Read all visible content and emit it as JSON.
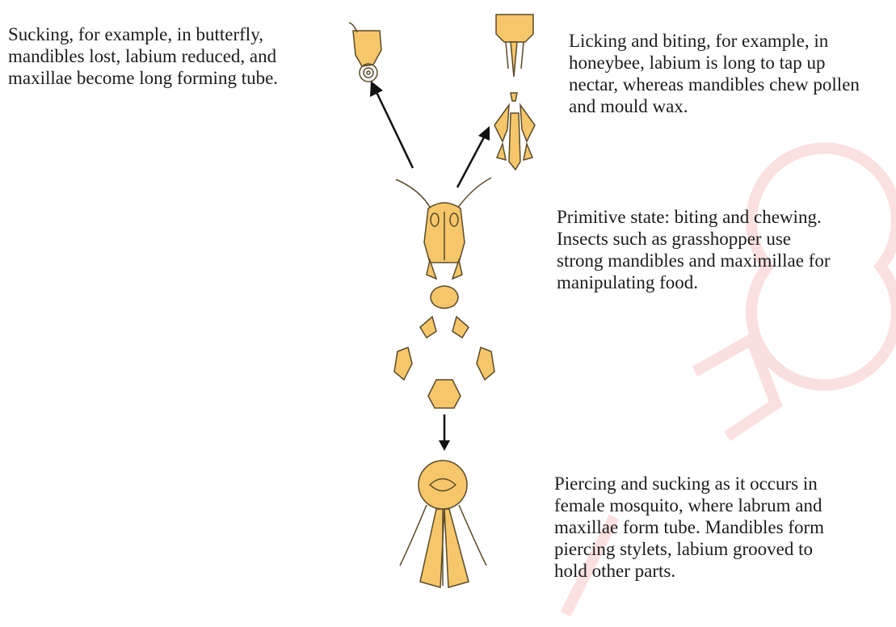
{
  "captions": {
    "butterfly": {
      "lines": [
        "Sucking, for example, in butterfly,",
        "mandibles lost, labium reduced, and",
        "maxillae become long forming tube."
      ]
    },
    "honeybee": {
      "lines": [
        "Licking and biting, for example, in",
        "honeybee, labium is long to tap up",
        "nectar, whereas mandibles chew pollen",
        "and mould wax."
      ]
    },
    "primitive": {
      "lines": [
        "Primitive state: biting and chewing.",
        "Insects such as grasshopper use",
        "strong mandibles and maximillae for",
        "manipulating food."
      ]
    },
    "mosquito": {
      "lines": [
        "Piercing and sucking as it occurs in",
        "female mosquito, where labrum and",
        "maxillae form tube. Mandibles form",
        "piercing stylets, labium grooved to",
        "hold other parts."
      ]
    }
  },
  "colors": {
    "part_fill": "#f5c76a",
    "part_stroke": "#5a4a2a",
    "arrow": "#111111",
    "text": "#1c1c1c",
    "watermark": "#f3a6a6"
  },
  "icons": [
    "butterfly-mouthparts-icon",
    "honeybee-mouthparts-icon",
    "grasshopper-head-icon",
    "mosquito-mouthparts-icon"
  ]
}
